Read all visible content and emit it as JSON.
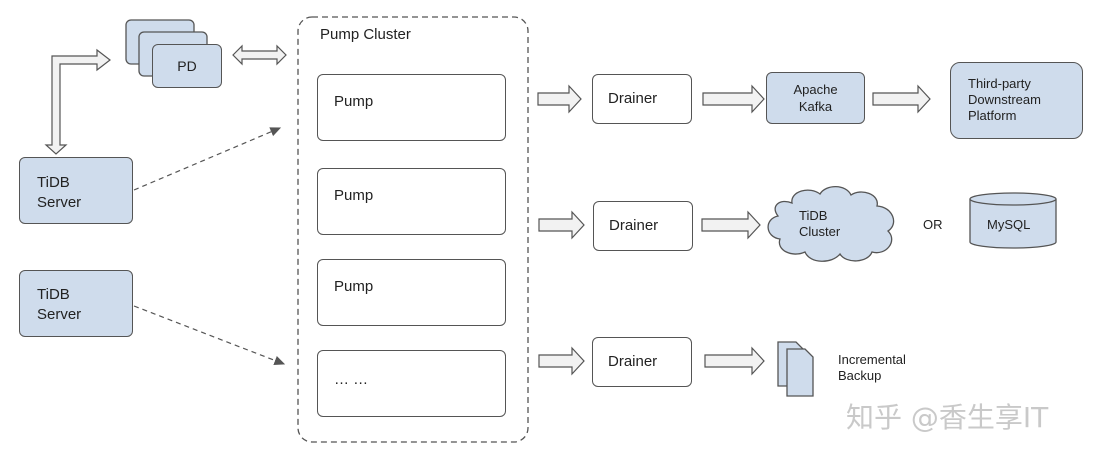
{
  "pd": {
    "label": "PD"
  },
  "tidb_servers": [
    {
      "line1": "TiDB",
      "line2": "Server"
    },
    {
      "line1": "TiDB",
      "line2": "Server"
    }
  ],
  "pump_cluster": {
    "title": "Pump Cluster",
    "pumps": [
      "Pump",
      "Pump",
      "Pump",
      "… …"
    ]
  },
  "drainers": [
    "Drainer",
    "Drainer",
    "Drainer"
  ],
  "kafka": {
    "line1": "Apache",
    "line2": "Kafka"
  },
  "third_party": {
    "line1": "Third-party",
    "line2": "Downstream",
    "line3": "Platform"
  },
  "tidb_cluster": {
    "line1": "TiDB",
    "line2": "Cluster"
  },
  "or_text": "OR",
  "mysql": {
    "label": "MySQL"
  },
  "backup": {
    "line1": "Incremental",
    "line2": "Backup"
  },
  "watermark": "知乎 @香生享IT",
  "colors": {
    "node_fill": "#cfdcec",
    "stroke": "#555555"
  }
}
